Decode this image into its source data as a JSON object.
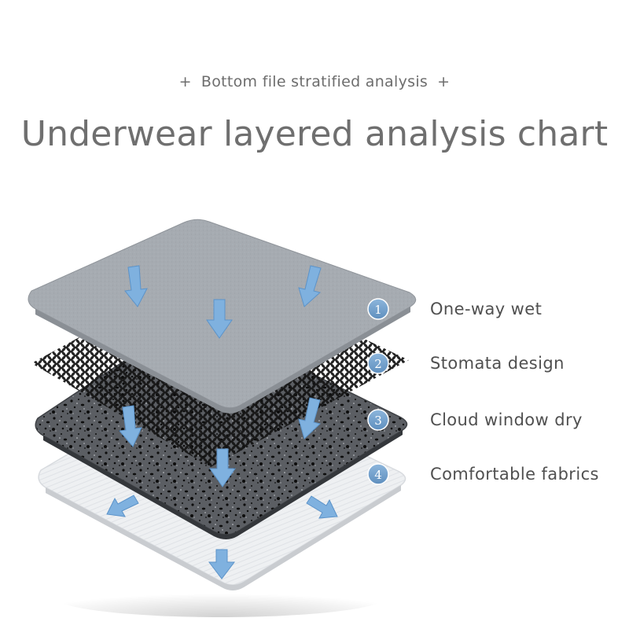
{
  "header": {
    "subtitle_prefix": "+",
    "subtitle": "Bottom file stratified analysis",
    "subtitle_suffix": "+",
    "title": "Underwear layered analysis chart"
  },
  "layers": [
    {
      "number": "1",
      "label": "One-way wet"
    },
    {
      "number": "2",
      "label": "Stomata design"
    },
    {
      "number": "3",
      "label": "Cloud window dry"
    },
    {
      "number": "4",
      "label": "Comfortable fabrics"
    }
  ],
  "colors": {
    "top_layer": "#a6abb1",
    "mesh": "#141414",
    "speckled_layer": "#5b5e63",
    "bottom_layer": "#eef0f2",
    "arrow": "#7fb1df",
    "badge": "#6f9cc6"
  }
}
